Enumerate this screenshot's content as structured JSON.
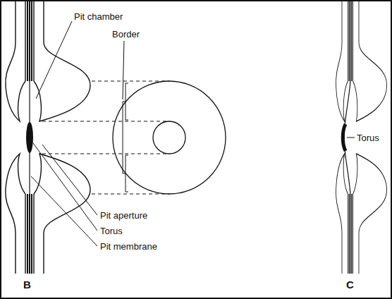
{
  "diagram": {
    "labels": [
      "Pit chamber",
      "Border",
      "Pit aperture",
      "Torus",
      "Pit membrane",
      "B",
      "Torus",
      "C"
    ]
  }
}
